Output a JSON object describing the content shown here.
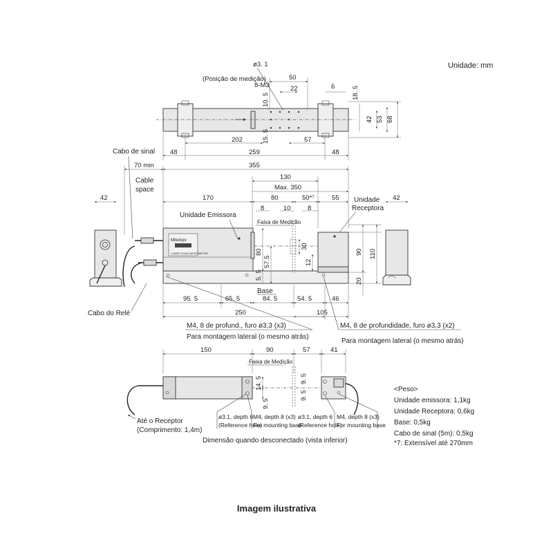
{
  "unit_note": "Unidade: mm",
  "footer": "Imagem ilustrativa",
  "top_view": {
    "d_hole": "ø3. 1",
    "pos_medicao": "(Posição de medição)",
    "m3": "8-M3",
    "d50": "50",
    "d22": "22",
    "d6": "6",
    "d18_5": "18. 5",
    "d10_5": "10. 5",
    "d42": "42",
    "d53": "53",
    "d68": "68",
    "d15_5": "15. 5",
    "d202": "202",
    "d57": "57",
    "d48a": "48",
    "d259": "259",
    "d48b": "48"
  },
  "front_view": {
    "cabo_sinal": "Cabo de sinal",
    "d70min": "70 min",
    "d355": "355",
    "cable_space_1": "Cable",
    "cable_space_2": "space",
    "d130": "130",
    "dmax350": "Max. 350",
    "d42_left": "42",
    "d170": "170",
    "d80": "80",
    "d50_7": "50*⁷",
    "d55": "55",
    "unidade_receptora_1": "Unidade",
    "unidade_receptora_2": "Receptora",
    "d42_right": "42",
    "unidade_emissora": "Unidade Emissora",
    "d8a": "8",
    "d10": "10",
    "d8b": "8",
    "faixa_medicao": "Faixa de Medição",
    "d30": "30",
    "d80v": "80",
    "d57_5": "57.5",
    "d5_5": "5. 5",
    "d12": "12",
    "d90": "90",
    "d110": "110",
    "d20": "20",
    "base": "Base",
    "d95_5": "95. 5",
    "d65_5": "65. 5",
    "d84_5": "84. 5",
    "d54_5": "54. 5",
    "d46": "46",
    "cabo_rele": "Cabo do Relé",
    "d250": "250",
    "d105": "105",
    "m4_left": "M4, 8 de profund., furo ø3,3 (x3)",
    "m4_left_2": "Para montagem lateral (o mesmo atrás)",
    "m4_right": "M4, 8 de profundidade, furo ø3,3 (x2)",
    "m4_right_2": "Para montagem lateral (o mesmo atrás)"
  },
  "bottom_view": {
    "d150": "150",
    "d90": "90",
    "d57": "57",
    "d41": "41",
    "faixa_medicao": "Faixa de Medição",
    "d14_5": "14. 5",
    "d9_5a": "9. 5",
    "d9_5b": "9. 5",
    "d9_5c": "9. 5",
    "ate_receptor": "Até o Receptor",
    "comprimento": "(Comprimento: 1,4m)",
    "ref_a1": "ø3.1, depth 6",
    "ref_a2": "(Reference hole)",
    "mount_a1": "M4, depth 8 (x3)",
    "mount_a2": "For mounting base",
    "ref_b1": "ø3.1, depth 6",
    "ref_b2": "(Reference hole)",
    "mount_b1": "M4, depth 8 (x3)",
    "mount_b2": "For mounting base",
    "dim_desconectado": "Dimensão quando desconectado (vista inferior)"
  },
  "weights": {
    "title": "<Peso>",
    "emissora": "Unidade emissora: 1,1kg",
    "receptora": "Unidade Receptora: 0,6kg",
    "base": "Base: 0,5kg",
    "cabo": "Cabo de sinal (5m): 0,5kg",
    "nota": "*7: Extensível até 270mm"
  }
}
